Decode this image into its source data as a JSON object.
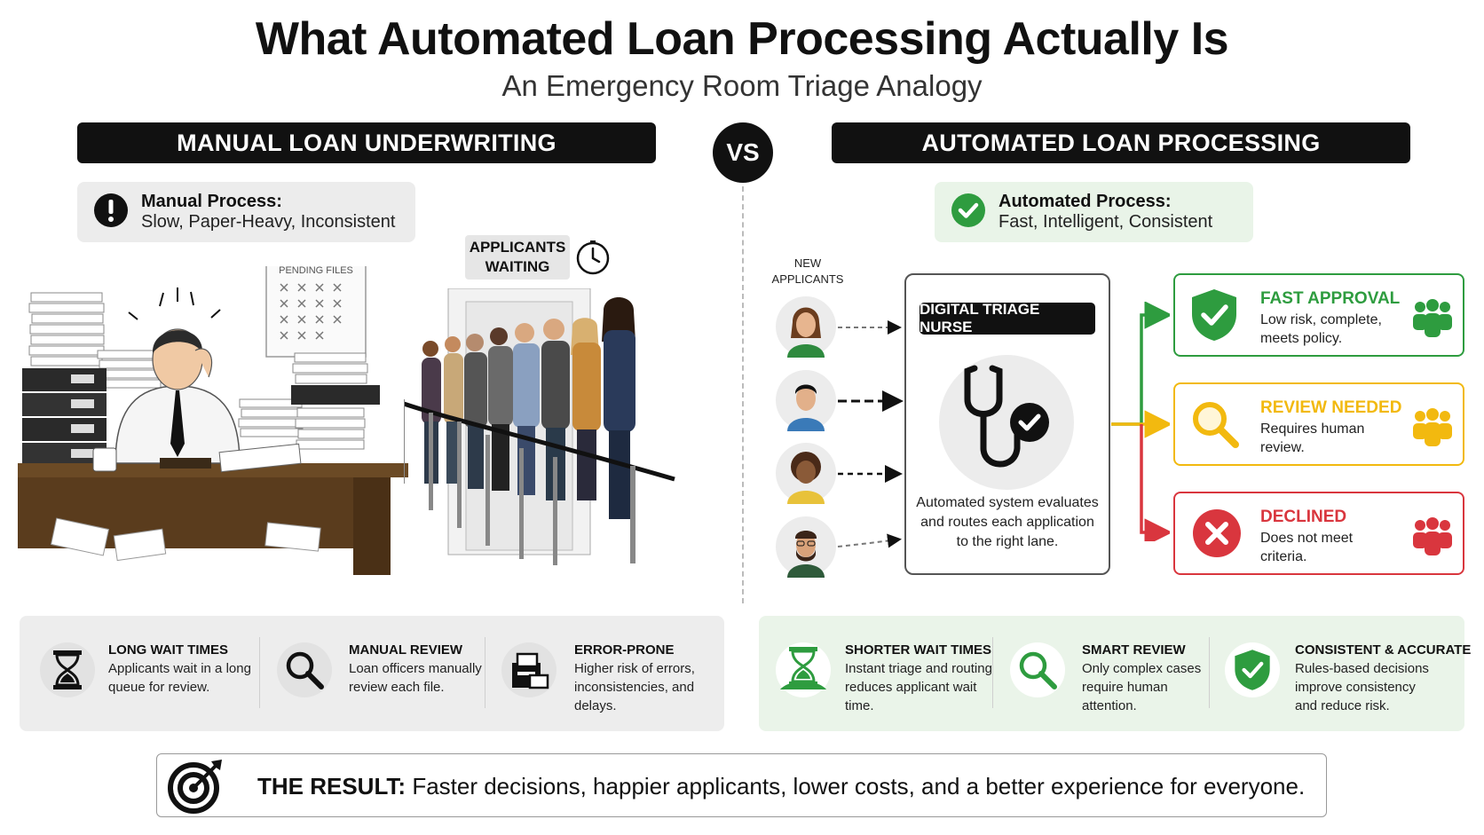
{
  "header": {
    "title": "What Automated Loan Processing Actually Is",
    "subtitle": "An Emergency Room Triage Analogy"
  },
  "left": {
    "banner": "MANUAL LOAN UNDERWRITING",
    "status_title": "Manual Process:",
    "status_desc": "Slow, Paper-Heavy, Inconsistent",
    "pending_files_label": "PENDING FILES",
    "waiting_label_1": "APPLICANTS",
    "waiting_label_2": "WAITING",
    "features": [
      {
        "title": "LONG WAIT TIMES",
        "desc": [
          "Applicants wait in a long",
          "queue for review."
        ],
        "icon": "hourglass-icon"
      },
      {
        "title": "MANUAL REVIEW",
        "desc": [
          "Loan officers manually",
          "review each file."
        ],
        "icon": "magnifier-icon"
      },
      {
        "title": "ERROR-PRONE",
        "desc": [
          "Higher risk of errors,",
          "inconsistencies, and",
          "delays."
        ],
        "icon": "file-cabinet-icon"
      }
    ]
  },
  "vs": "VS",
  "right": {
    "banner": "AUTOMATED LOAN PROCESSING",
    "status_title": "Automated Process:",
    "status_desc": "Fast, Intelligent, Consistent",
    "new_applicants_1": "NEW",
    "new_applicants_2": "APPLICANTS",
    "triage": {
      "tag": "DIGITAL TRIAGE NURSE",
      "desc": [
        "Automated system evaluates",
        "and routes each application",
        "to the right lane."
      ]
    },
    "lanes": [
      {
        "title": "FAST APPROVAL",
        "desc": [
          "Low risk, complete,",
          "meets policy."
        ],
        "color": "#2e9c3f",
        "icon": "shield-check-icon"
      },
      {
        "title": "REVIEW NEEDED",
        "desc": [
          "Requires human",
          "review."
        ],
        "color": "#f2b90f",
        "icon": "magnifier-icon"
      },
      {
        "title": "DECLINED",
        "desc": [
          "Does not meet",
          "criteria."
        ],
        "color": "#d9363e",
        "icon": "x-circle-icon"
      }
    ],
    "features": [
      {
        "title": "SHORTER WAIT TIMES",
        "desc": [
          "Instant triage and routing",
          "reduces applicant wait",
          "time."
        ],
        "icon": "hourglass-icon"
      },
      {
        "title": "SMART REVIEW",
        "desc": [
          "Only complex cases",
          "require human",
          "attention."
        ],
        "icon": "magnifier-icon"
      },
      {
        "title": "CONSISTENT & ACCURATE",
        "desc": [
          "Rules-based decisions",
          "improve consistency",
          "and reduce risk."
        ],
        "icon": "shield-check-icon"
      }
    ]
  },
  "result": {
    "label": "THE RESULT:",
    "text": "Faster decisions, happier applicants, lower costs, and a better experience for everyone."
  },
  "colors": {
    "green": "#2e9c3f",
    "yellow": "#f2b90f",
    "red": "#d9363e",
    "dark": "#111111"
  }
}
